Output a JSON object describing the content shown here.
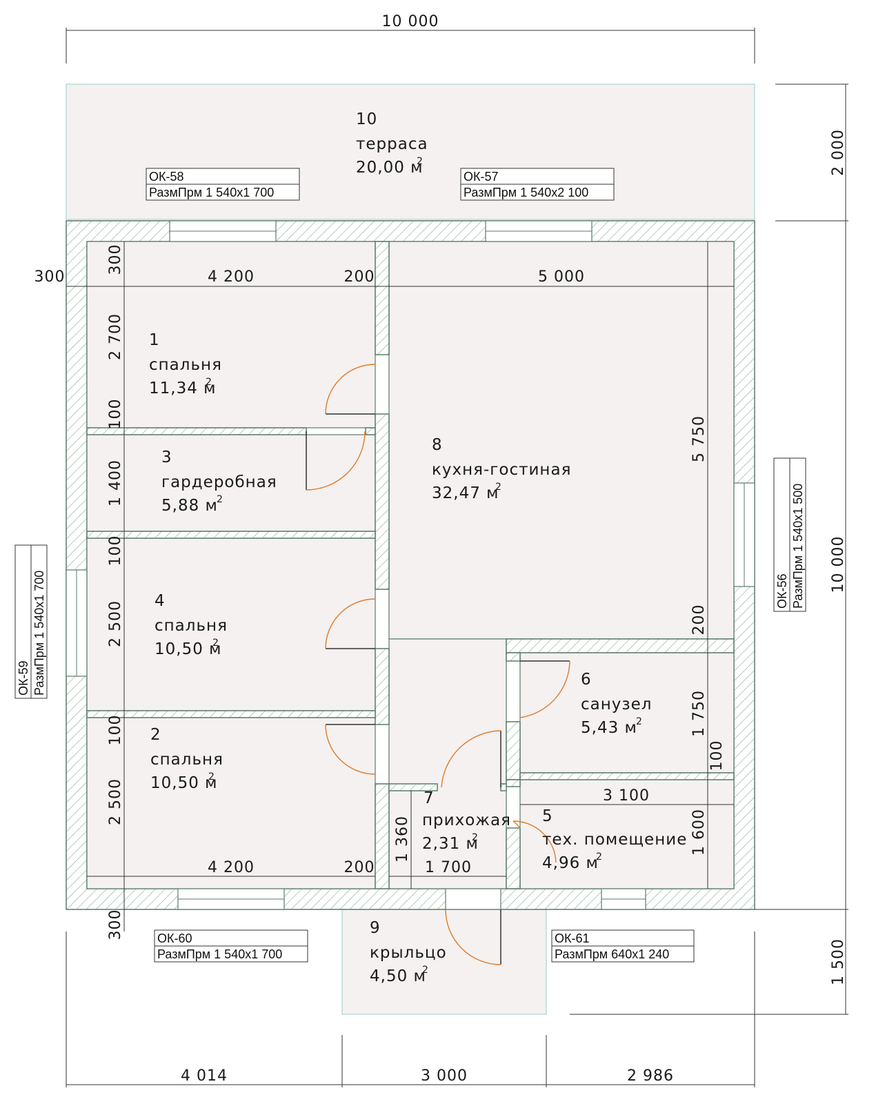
{
  "overall": {
    "width_top": "10 000",
    "height_right": "10 000",
    "terrace_depth": "2 000",
    "porch_depth": "1 500",
    "bottom_segments": [
      "4 014",
      "3 000",
      "2 986"
    ]
  },
  "rooms": [
    {
      "num": "1",
      "name": "спальня",
      "area": "11,34 м"
    },
    {
      "num": "2",
      "name": "спальня",
      "area": "10,50 м"
    },
    {
      "num": "3",
      "name": "гардеробная",
      "area": "5,88 м"
    },
    {
      "num": "4",
      "name": "спальня",
      "area": "10,50 м"
    },
    {
      "num": "5",
      "name": "тех. помещение",
      "area": "4,96 м"
    },
    {
      "num": "6",
      "name": "санузел",
      "area": "5,43 м"
    },
    {
      "num": "7",
      "name": "прихожая",
      "area": "2,31 м"
    },
    {
      "num": "8",
      "name": "кухня-гостиная",
      "area": "32,47 м"
    },
    {
      "num": "9",
      "name": "крыльцо",
      "area": "4,50 м"
    },
    {
      "num": "10",
      "name": "терраса",
      "area": "20,00 м"
    }
  ],
  "area_superscript": "2",
  "windows": [
    {
      "id": "ОК-58",
      "size": "РазмПрм  1 540x1 700"
    },
    {
      "id": "ОК-57",
      "size": "РазмПрм  1 540x2 100"
    },
    {
      "id": "ОК-56",
      "size": "РазмПрм  1 540x1 500"
    },
    {
      "id": "ОК-59",
      "size": "РазмПрм  1 540x1 700"
    },
    {
      "id": "ОК-60",
      "size": "РазмПрм  1 540x1 700"
    },
    {
      "id": "ОК-61",
      "size": "РазмПрм  640x1 240"
    }
  ],
  "dims": {
    "wall_300_top": "300",
    "wall_300_bottom": "300",
    "left_top_300": "300",
    "left_2700": "2 700",
    "left_100_a": "100",
    "left_1400": "1 400",
    "left_100_b": "100",
    "left_2500_a": "2 500",
    "left_100_c": "100",
    "left_2500_b": "2 500",
    "top_4200": "4 200",
    "top_200": "200",
    "top_5000": "5 000",
    "bottom_4200": "4 200",
    "bottom_200": "200",
    "hall_1700": "1 700",
    "hall_1360": "1 360",
    "right_5750": "5 750",
    "right_200": "200",
    "right_1750": "1 750",
    "right_100": "100",
    "right_1600": "1 600",
    "tech_3100": "3 100"
  }
}
